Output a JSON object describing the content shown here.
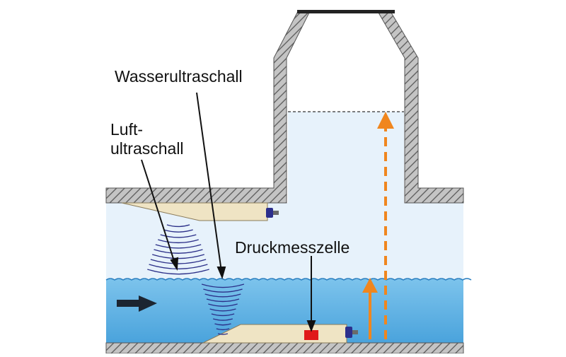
{
  "labels": {
    "water_ultrasound": "Wasserultraschall",
    "air_ultrasound_line1": "Luft-",
    "air_ultrasound_line2": "ultraschall",
    "pressure_cell": "Druckmesszelle"
  },
  "icons": {
    "flow_direction": "right-arrow-icon",
    "level_arrow": "up-arrow-icon"
  },
  "colors": {
    "water": "#4aa3dc",
    "air_space": "#e7f2fb",
    "wall": "#c4c4c4",
    "wall_hatch": "#5a5a5a",
    "sensor_body": "#efe4c4",
    "sensor_cap": "#2c2f8c",
    "pressure_cell": "#e01a1a",
    "arrow_orange": "#f0861e",
    "flow_arrow": "#1c2531",
    "lid": "#222222"
  }
}
